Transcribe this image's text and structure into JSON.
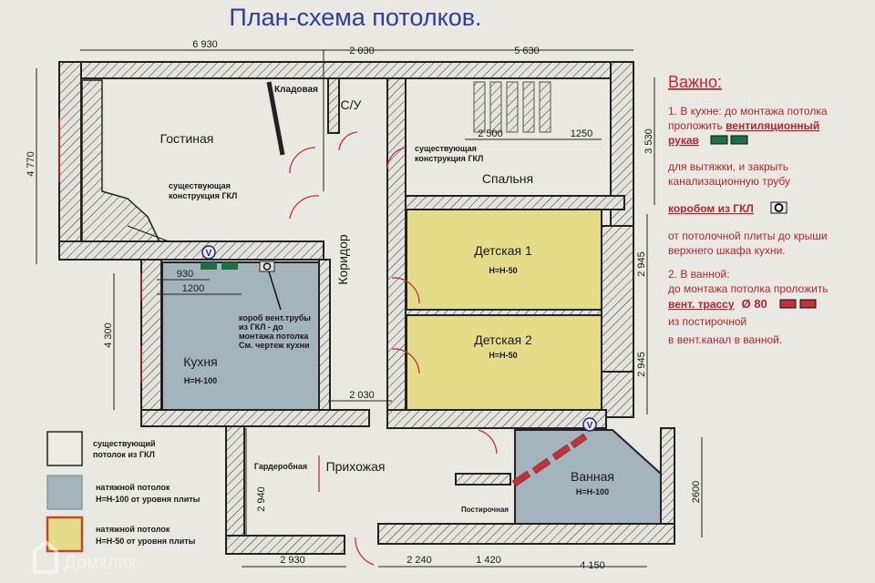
{
  "title": "План-схема потолков.",
  "dimensions": {
    "top_1": "6 930",
    "top_2": "2 030",
    "top_3": "5 630",
    "left_1": "4 770",
    "left_2": "4 300",
    "right_1": "3 530",
    "right_2": "2 945",
    "right_3": "2 945",
    "right_4": "2600",
    "corridor": "2 030",
    "bedroom_1": "2 500",
    "bedroom_2": "1250",
    "kitchen_1": "930",
    "kitchen_2": "1200",
    "wardrobe": "2 940",
    "bottom_1": "2 930",
    "bottom_2": "2 240",
    "bottom_3": "1 420",
    "bottom_4": "4 150"
  },
  "rooms": {
    "living": "Гостиная",
    "storage": "Кладовая",
    "wc": "С/У",
    "bedroom": "Спальня",
    "corridor": "Коридор",
    "kids1": "Детская 1",
    "kids1_h": "H=H-50",
    "kids2": "Детская 2",
    "kids2_h": "H=H-50",
    "kitchen": "Кухня",
    "kitchen_h": "H=H-100",
    "wardrobe": "Гардеробная",
    "hall": "Прихожая",
    "bath": "Ванная",
    "bath_h": "H=H-100",
    "laundry": "Постирочная"
  },
  "annotations": {
    "existing_1a": "существующая",
    "existing_1b": "конструкция ГКЛ",
    "existing_2a": "существующая",
    "existing_2b": "конструкция ГКЛ",
    "kitchen_box_1": "короб вент.трубы",
    "kitchen_box_2": "из ГКЛ - до",
    "kitchen_box_3": "монтажа потолка",
    "kitchen_box_4": "См. чертеж кухни",
    "vent_marker": "V"
  },
  "notes": {
    "heading": "Важно:",
    "n1_l1": "1. В кухне: до монтажа потолка",
    "n1_l2": "проложить ",
    "n1_l2b": "вентиляционный",
    "n1_l3": "рукав",
    "n1_l4": "для вытяжки, и закрыть",
    "n1_l5": "канализационную трубу",
    "n1_l6": "коробом из ГКЛ",
    "n1_l7": "от потолочной плиты до крыши",
    "n1_l8": "верхнего шкафа кухни.",
    "n2_l1": "2. В ванной:",
    "n2_l2": "до монтажа потолка проложить",
    "n2_l3": "вент. трассу",
    "n2_l3b": "Ø 80",
    "n2_l4": "из постирочной",
    "n2_l5": "в вент.канал в ванной."
  },
  "legend": [
    {
      "line1": "существующий",
      "line2": "потолок из ГКЛ",
      "color": "#ecebe6"
    },
    {
      "line1": "натяжной потолок",
      "line2": "H=H-100 от уровня плиты",
      "color": "#a3b4bd"
    },
    {
      "line1": "натяжной потолок",
      "line2": "H=H-50 от уровня плиты",
      "color": "#e5dc8a"
    }
  ],
  "watermark": "Домклик",
  "colors": {
    "wall_fill": "#d9d8d2",
    "blue": "#a3b4bd",
    "yellow": "#e5dc8a",
    "green": "#1f6e45",
    "red": "#c0313a",
    "title": "#2b3f9a"
  }
}
